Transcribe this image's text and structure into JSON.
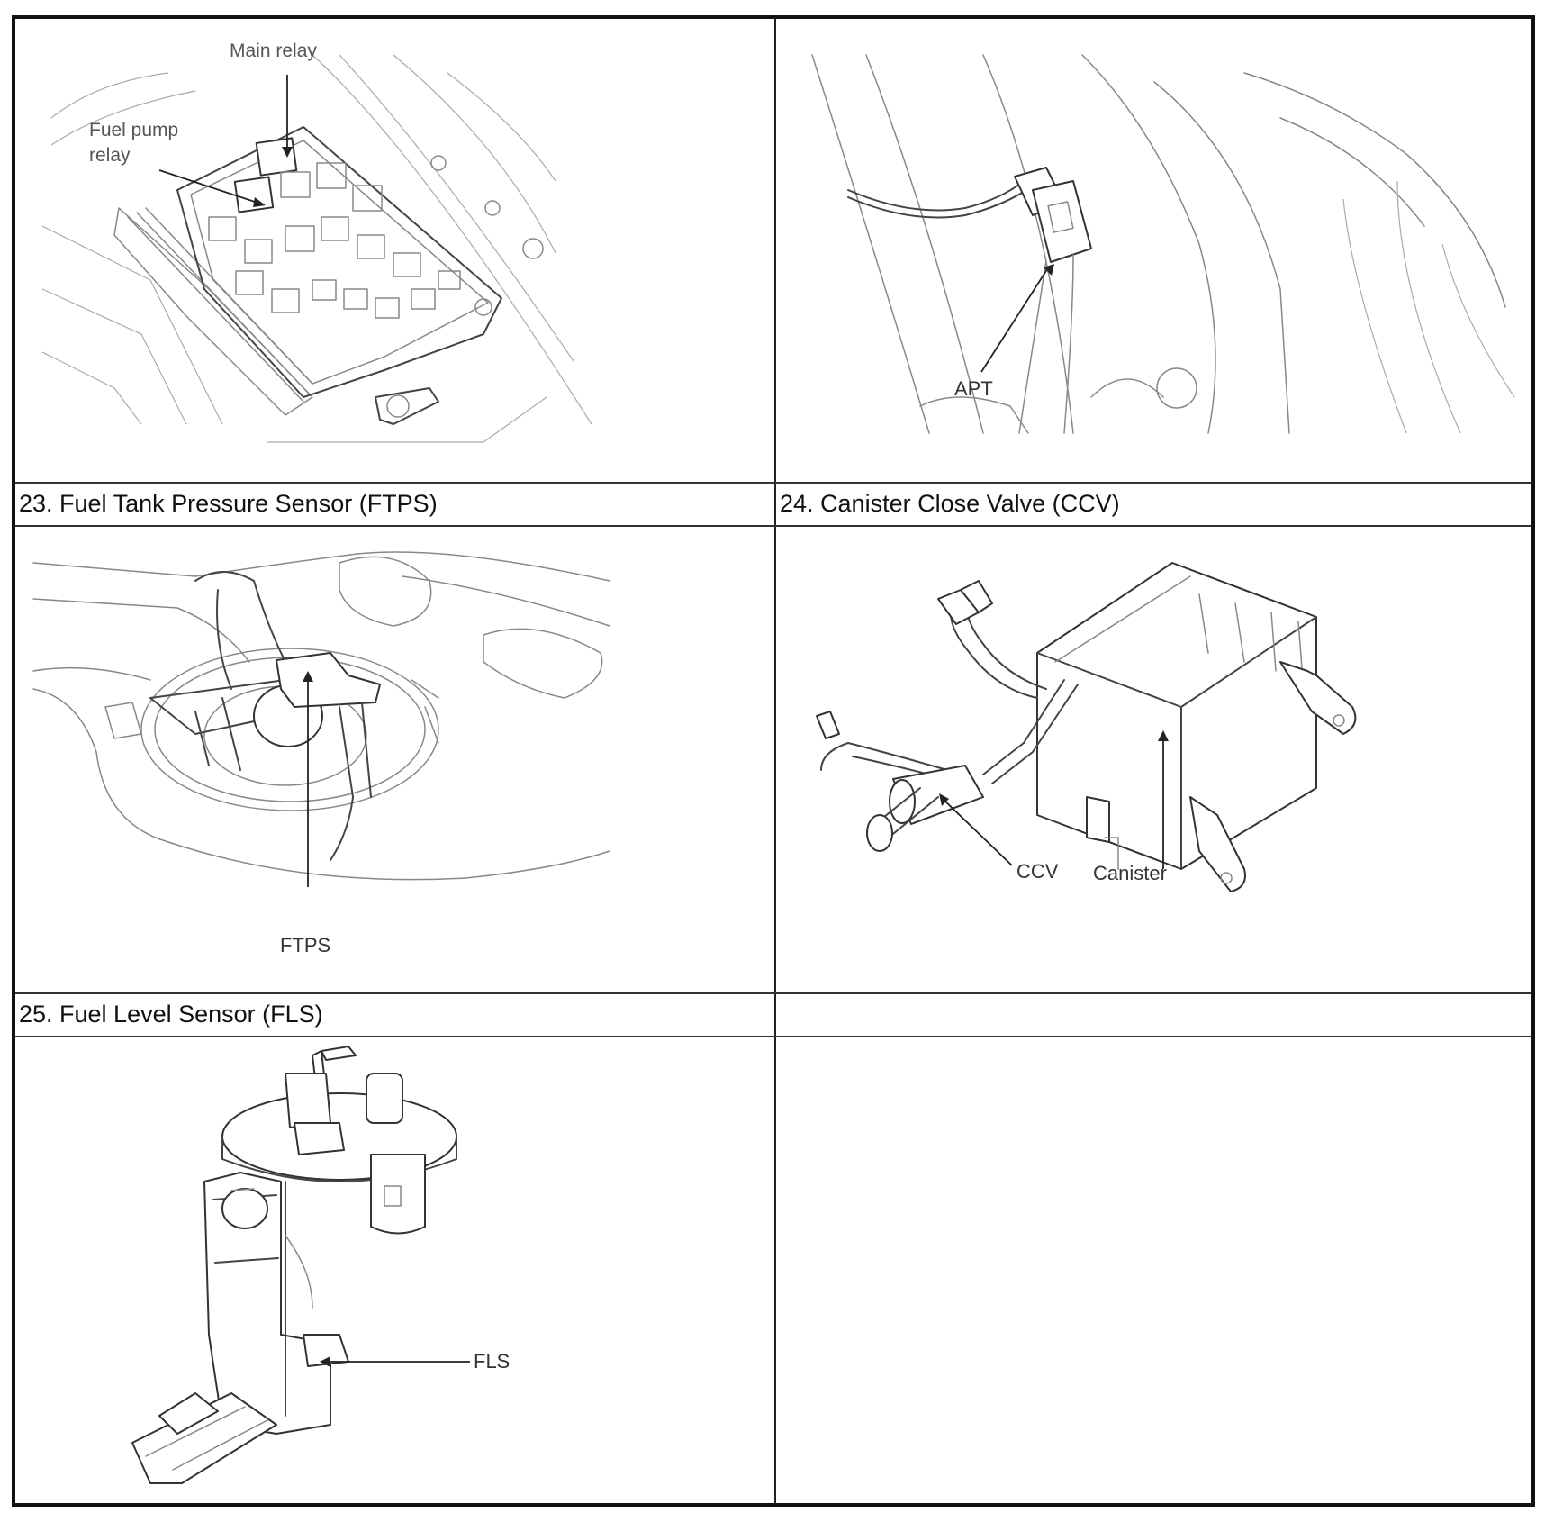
{
  "rows": [
    {
      "left_caption": "23. Fuel Tank Pressure Sensor (FTPS)",
      "right_caption": "24. Canister Close Valve (CCV)"
    },
    {
      "left_caption": "25. Fuel Level Sensor (FLS)",
      "right_caption": ""
    }
  ],
  "figures": {
    "relay_box": {
      "labels": {
        "main_relay": "Main relay",
        "fuel_pump_relay_1": "Fuel pump",
        "fuel_pump_relay_2": "relay"
      }
    },
    "apt": {
      "labels": {
        "apt": "APT"
      }
    },
    "ftps": {
      "labels": {
        "ftps": "FTPS"
      }
    },
    "ccv": {
      "labels": {
        "ccv": "CCV",
        "canister": "Canister"
      }
    },
    "fls": {
      "labels": {
        "fls": "FLS"
      }
    }
  }
}
